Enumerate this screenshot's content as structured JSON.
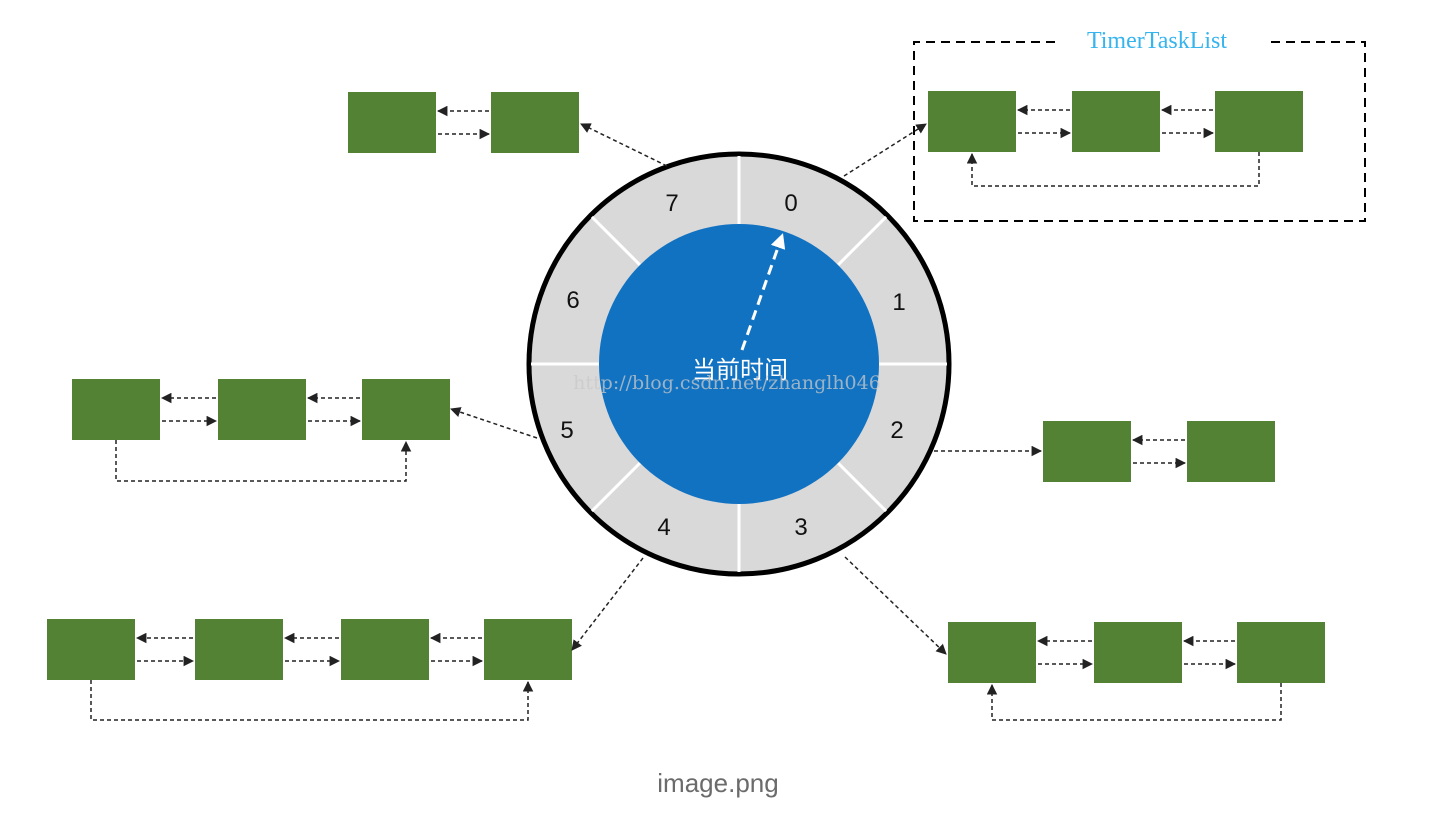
{
  "diagram": {
    "title": "TimerTaskList",
    "center_label": "当前时间",
    "watermark": "http://blog.csdn.net/zhanglh046",
    "slots": [
      "0",
      "1",
      "2",
      "3",
      "4",
      "5",
      "6",
      "7"
    ],
    "colors": {
      "ring_fill": "#d9d9d9",
      "ring_stroke": "#000000",
      "center_fill": "#1272c2",
      "node_fill": "#548235",
      "link_stroke": "#222222",
      "title_color": "#36b4ee"
    },
    "task_lists": [
      {
        "slot": "0",
        "node_count": 3,
        "circular": true
      },
      {
        "slot": "2",
        "node_count": 2,
        "circular": false
      },
      {
        "slot": "3",
        "node_count": 3,
        "circular": true
      },
      {
        "slot": "4",
        "node_count": 4,
        "circular": true
      },
      {
        "slot": "5",
        "node_count": 3,
        "circular": true
      },
      {
        "slot": "7",
        "node_count": 2,
        "circular": false
      }
    ]
  },
  "caption": "image.png"
}
